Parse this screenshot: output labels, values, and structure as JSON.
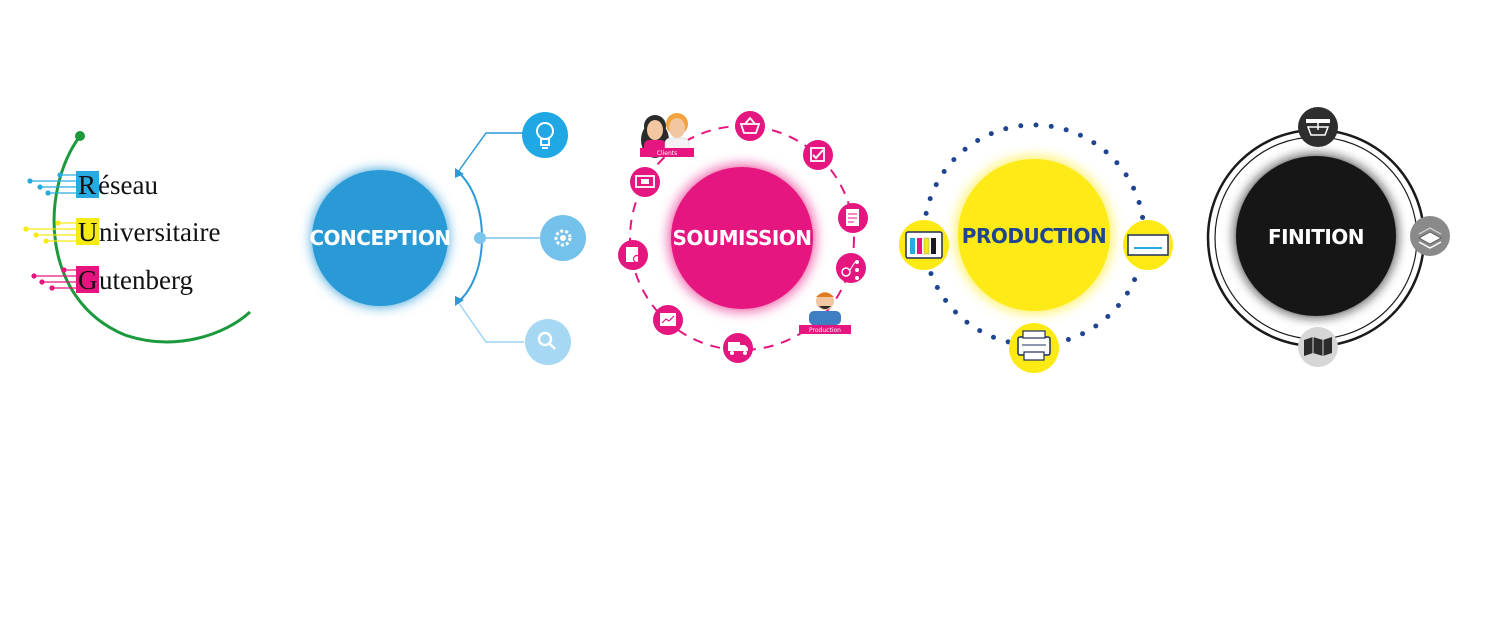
{
  "logo": {
    "lines": [
      {
        "initial": "R",
        "rest": "éseau",
        "color": "#27a9e1"
      },
      {
        "initial": "U",
        "rest": "niversitaire",
        "color": "#f5ea14"
      },
      {
        "initial": "G",
        "rest": "utenberg",
        "color": "#e5147f"
      }
    ],
    "arc_color": "#1a9a3c"
  },
  "stages": {
    "conception": {
      "label": "CONCEPTION",
      "color": "#2b9ad6",
      "icons": [
        "lightbulb-icon",
        "gear-icon",
        "magnifier-icon"
      ]
    },
    "soumission": {
      "label": "SOUMISSION",
      "color": "#e5167f",
      "tag_clients": "Clients",
      "tag_production": "Production",
      "icons": [
        "basket-icon",
        "checkbox-icon",
        "document-icon",
        "workflow-icon",
        "chart-icon",
        "truck-icon",
        "file-search-icon",
        "monitor-icon"
      ]
    },
    "production": {
      "label": "PRODUCTION",
      "color": "#fdea14",
      "text_color": "#1f4590",
      "dot_color": "#1f4590",
      "icons": [
        "ink-cartridges-icon",
        "printer-head-icon",
        "printer-icon"
      ]
    },
    "finition": {
      "label": "FINITION",
      "color": "#151515",
      "icons": [
        "plotter-icon",
        "paper-stack-icon",
        "folded-map-icon"
      ]
    }
  }
}
